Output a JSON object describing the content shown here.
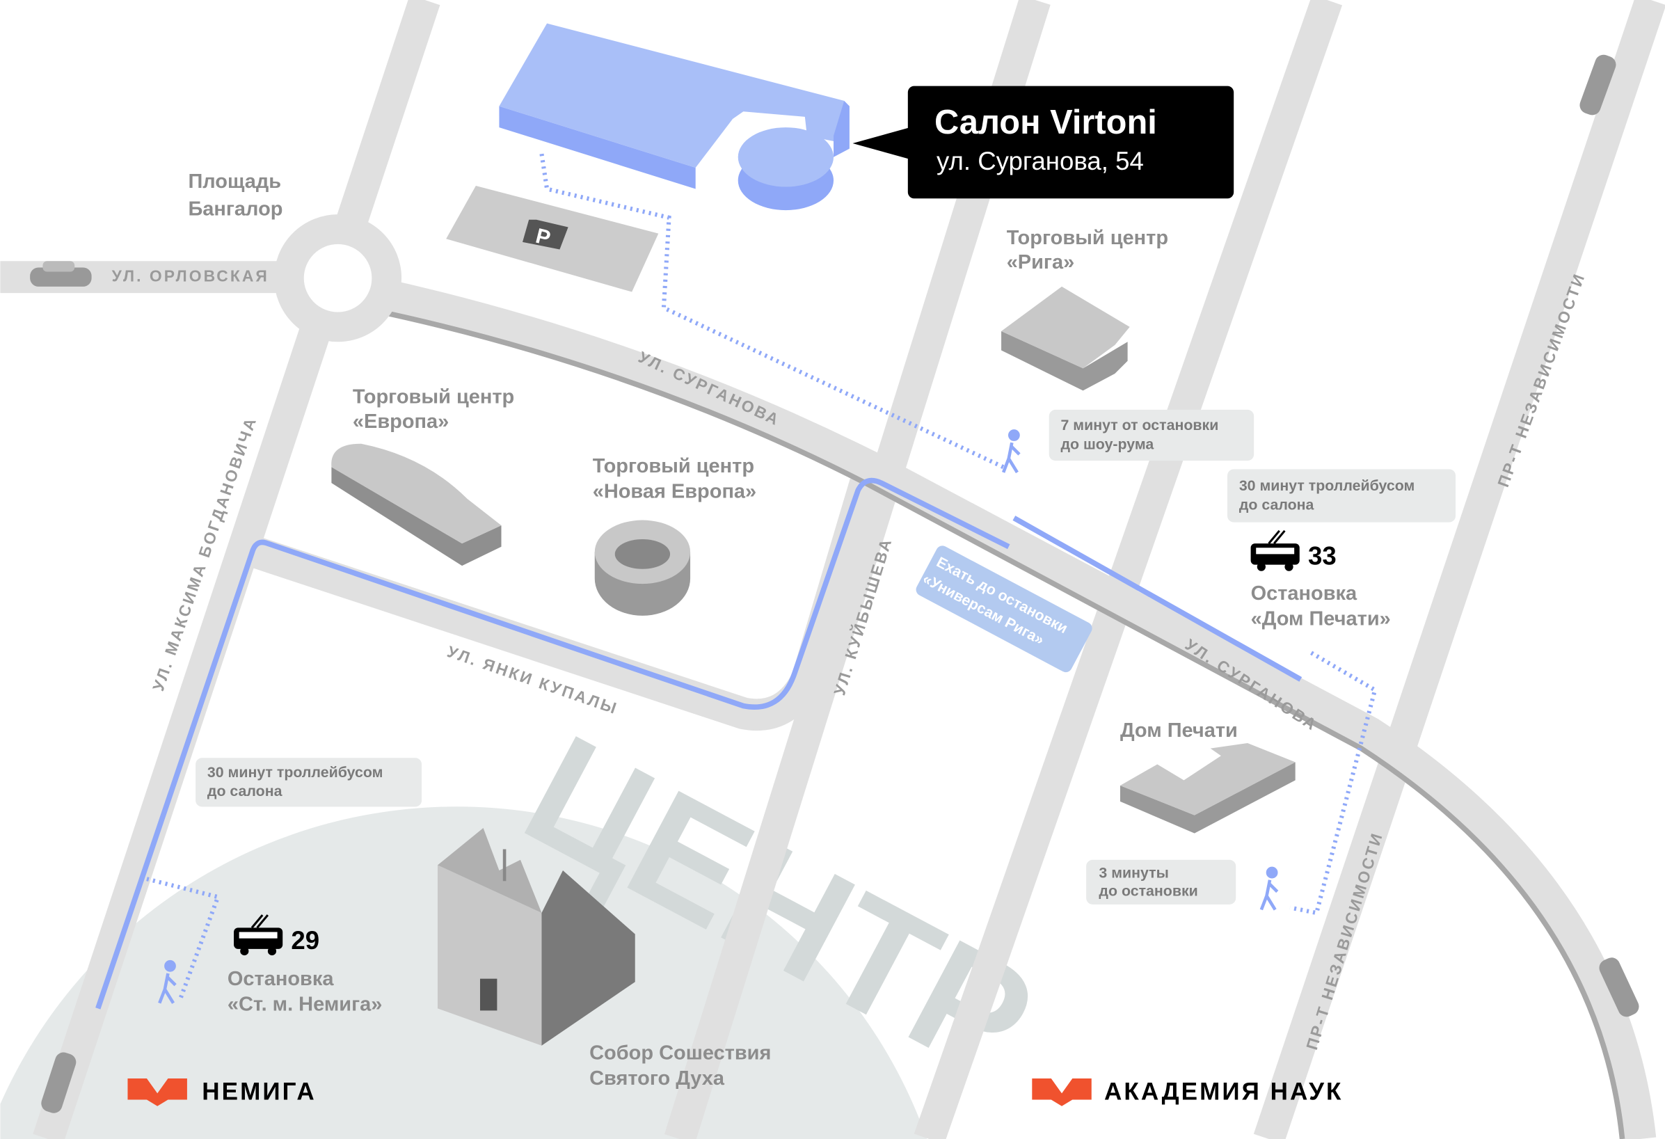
{
  "callout": {
    "title": "Салон Virtoni",
    "address": "ул. Сурганова, 54"
  },
  "places": {
    "bangalore": [
      "Площадь",
      "Бангалор"
    ],
    "riga": [
      "Торговый центр",
      "«Рига»"
    ],
    "europa": [
      "Торговый центр",
      "«Европа»"
    ],
    "new_europa": [
      "Торговый центр",
      "«Новая Европа»"
    ],
    "dom_pechati": "Дом Печати",
    "cathedral": [
      "Собор Сошествия",
      "Святого Духа"
    ],
    "center": "ЦЕНТР",
    "parking": "P"
  },
  "streets": {
    "orlovskaya": "УЛ. ОРЛОВСКАЯ",
    "surganova_1": "УЛ. СУРГАНОВА",
    "surganova_2": "УЛ. СУРГАНОВА",
    "bogdanovicha": "УЛ. МАКСИМА БОГДАНОВИЧА",
    "kupaly": "УЛ. ЯНКИ КУПАЛЫ",
    "kuybysheva": "УЛ. КУЙБЫШЕВА",
    "nezavisimosti_1": "ПР-Т НЕЗАВИСИМОСТИ",
    "nezavisimosti_2": "ПР-Т НЕЗАВИСИМОСТИ"
  },
  "notes": {
    "walk_7": [
      "7 минут от остановки",
      "до шоу-рума"
    ],
    "trolley_30_right": [
      "30 минут троллейбусом",
      "до салона"
    ],
    "trolley_30_left": [
      "30 минут троллейбусом",
      "до салона"
    ],
    "walk_3": [
      "3 минуты",
      "до остановки"
    ],
    "ride_hint": [
      "Ехать до остановки",
      "«Универсам Рига»"
    ]
  },
  "stops": {
    "dom_pechati": {
      "route": "33",
      "name": [
        "Остановка",
        "«Дом Печати»"
      ]
    },
    "nemiga": {
      "route": "29",
      "name": [
        "Остановка",
        "«Ст. м. Немига»"
      ]
    }
  },
  "metro": {
    "nemiga": "НЕМИГА",
    "akademiya": "АКАДЕМИЯ НАУК"
  },
  "colors": {
    "route": "#8fa8f8",
    "building_blue": "#a9bff8",
    "metro": "#f0522e",
    "road": "#e0e0e0",
    "center_area": "#e5e9e9"
  }
}
